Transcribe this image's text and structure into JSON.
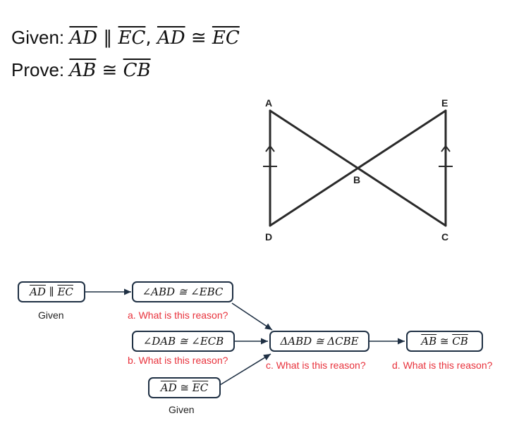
{
  "statement": {
    "given_label": "Given:",
    "given_seg1": "AD",
    "given_parallel": "∥",
    "given_seg2": "EC",
    "given_comma": ",",
    "given_seg3": "AD",
    "given_congruent": "≅",
    "given_seg4": "EC",
    "prove_label": "Prove:",
    "prove_seg1": "AB",
    "prove_congruent": "≅",
    "prove_seg2": "CB"
  },
  "figure": {
    "labels": {
      "A": "A",
      "E": "E",
      "B": "B",
      "D": "D",
      "C": "C"
    }
  },
  "flowchart": {
    "node_ad_parallel_ec": {
      "seg1": "AD",
      "op": "∥",
      "seg2": "EC"
    },
    "node_angle_abd_ebc": "∠ABD ≅ ∠EBC",
    "node_angle_dab_ecb": "∠DAB ≅ ∠ECB",
    "node_ad_congruent_ec": {
      "seg1": "AD",
      "op": "≅",
      "seg2": "EC"
    },
    "node_triangles": "ΔABD ≅ ΔCBE",
    "node_ab_congruent_cb": {
      "seg1": "AB",
      "op": "≅",
      "seg2": "CB"
    },
    "reason_given_1": "Given",
    "reason_a": "a. What is this reason?",
    "reason_b": "b. What is this reason?",
    "reason_given_2": "Given",
    "reason_c": "c. What is this reason?",
    "reason_d": "d. What is this reason?"
  },
  "colors": {
    "reason_red": "#e8323c",
    "box_border": "#1f3044"
  }
}
